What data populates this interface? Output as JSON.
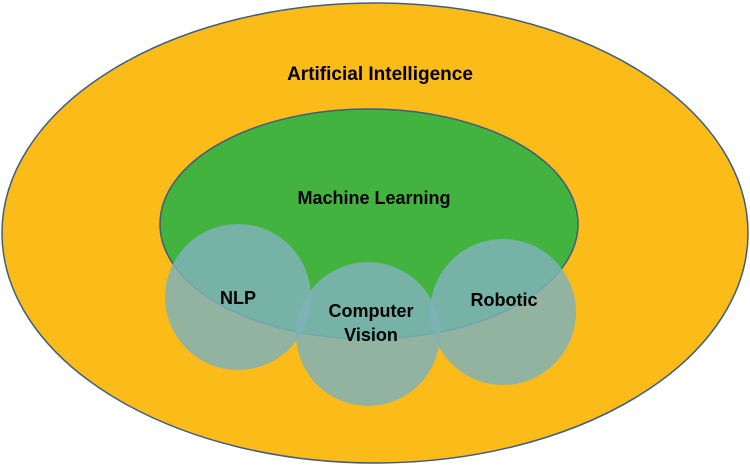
{
  "diagram": {
    "outer": {
      "label": "Artificial Intelligence",
      "fill": "#FBBC1A",
      "stroke": "#3F5E7F"
    },
    "middle": {
      "label": "Machine Learning",
      "fill": "#42B33F",
      "stroke": "#3F5E7F"
    },
    "circles": [
      {
        "id": "nlp",
        "lines": [
          "NLP"
        ],
        "fill": "#7FB2B8",
        "opacity": 0.85
      },
      {
        "id": "computer-vision",
        "lines": [
          "Computer",
          "Vision"
        ],
        "fill": "#7FB2B8",
        "opacity": 0.85
      },
      {
        "id": "robotic",
        "lines": [
          "Robotic"
        ],
        "fill": "#7FB2B8",
        "opacity": 0.85
      }
    ]
  }
}
